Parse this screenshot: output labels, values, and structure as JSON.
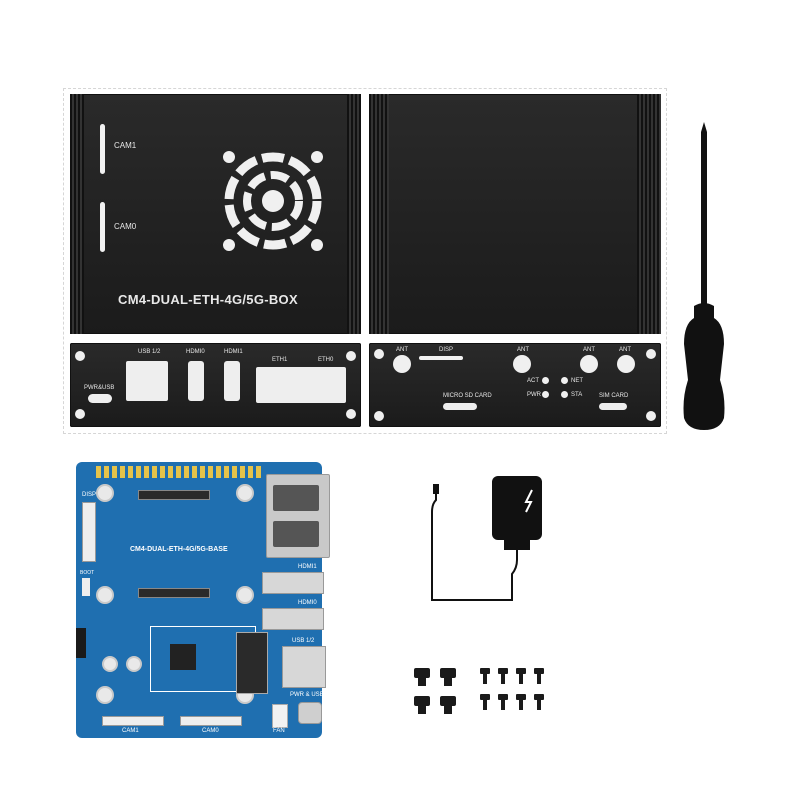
{
  "top_case": {
    "cam1_label": "CAM1",
    "cam0_label": "CAM0",
    "model_label": "CM4-DUAL-ETH-4G/5G-BOX"
  },
  "front_panel": {
    "usb_label": "USB 1/2",
    "hdmi0_label": "HDMI0",
    "hdmi1_label": "HDMI1",
    "eth1_label": "ETH1",
    "eth0_label": "ETH0",
    "pwr_label": "PWR&USB"
  },
  "rear_panel": {
    "ant_label": "ANT",
    "disp_label": "DISP",
    "act_label": "ACT",
    "net_label": "NET",
    "pwr_label": "PWR",
    "sta_label": "STA",
    "microsd_label": "MICRO SD CARD",
    "simcard_label": "SIM CARD"
  },
  "board": {
    "title": "CM4-DUAL-ETH-4G/5G-BASE",
    "disp_label": "DISP",
    "boot_label": "BOOT",
    "hdmi1_label": "HDMI1",
    "hdmi0_label": "HDMI0",
    "usb_label": "USB 1/2",
    "pwr_label": "PWR & USB",
    "fan_label": "FAN",
    "cam1_label": "CAM1",
    "cam0_label": "CAM0"
  },
  "colors": {
    "case": "#1e1e1e",
    "pcb": "#1f6fb0",
    "accent": "#f0f0f0"
  }
}
